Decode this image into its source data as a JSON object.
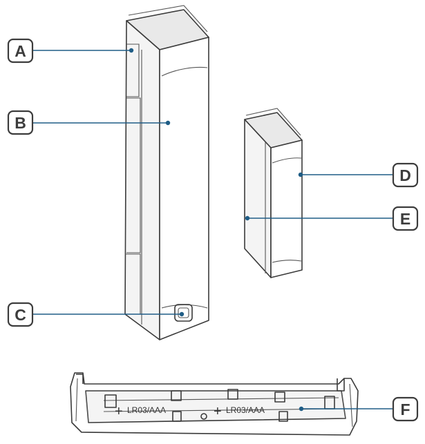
{
  "callouts": {
    "a": "A",
    "b": "B",
    "c": "C",
    "d": "D",
    "e": "E",
    "f": "F"
  },
  "battery_markings": {
    "left": "LR03/AAA",
    "right": "LR03/AAA",
    "plus": "+"
  },
  "colors": {
    "leader_line": "#1f5d86",
    "outline": "#3a3a3a"
  }
}
